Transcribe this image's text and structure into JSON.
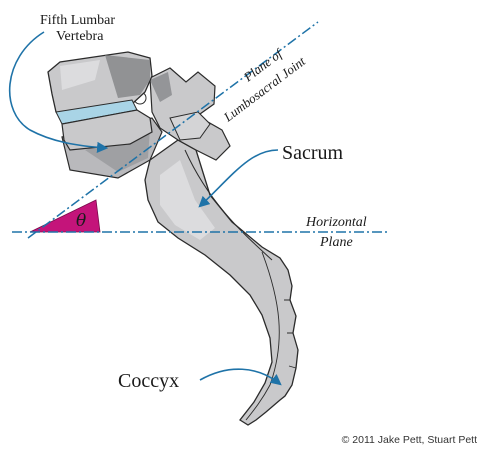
{
  "labels": {
    "fifth_lumbar_line1": "Fifth Lumbar",
    "fifth_lumbar_line2": "Vertebra",
    "plane_joint_line1": "Plane of",
    "plane_joint_line2": "Lumbosacral Joint",
    "sacrum": "Sacrum",
    "horizontal_line1": "Horizontal",
    "horizontal_line2": "Plane",
    "angle_symbol": "θ",
    "coccyx": "Coccyx"
  },
  "copyright": "© 2011 Jake Pett, Stuart Pett",
  "colors": {
    "bone_fill": "#c9c9cb",
    "bone_light": "#dcdcde",
    "bone_dark": "#7d7f82",
    "outline": "#2b2b2b",
    "disc": "#a9d4e6",
    "plane_line": "#1f73a8",
    "arrow": "#1f73a8",
    "angle_fill": "#c4147a"
  }
}
